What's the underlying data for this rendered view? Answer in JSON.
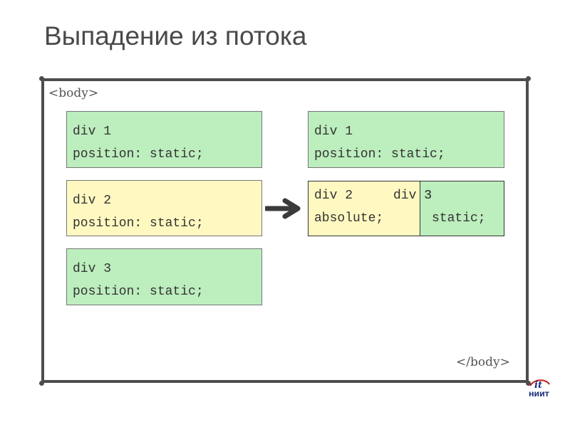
{
  "title": "Выпадение из потока",
  "body_open_tag": "<body>",
  "body_close_tag": "</body>",
  "left_boxes": [
    {
      "line1": "div 1",
      "line2": "position: static;",
      "color": "#bdeebe"
    },
    {
      "line1": "div 2",
      "line2": "position: static;",
      "color": "#fff9c1"
    },
    {
      "line1": "div 3",
      "line2": "position: static;",
      "color": "#bdeebe"
    }
  ],
  "right_boxes": {
    "div1": {
      "line1": "div 1",
      "line2": "position: static;"
    },
    "div2": {
      "line1": "div 2",
      "line2": "absolute;"
    },
    "div3": {
      "line1": "div 3",
      "line2": "static;"
    }
  },
  "arrow_icon": "arrow-right-icon",
  "logo": {
    "top": "it",
    "bottom": "НИИТ"
  }
}
